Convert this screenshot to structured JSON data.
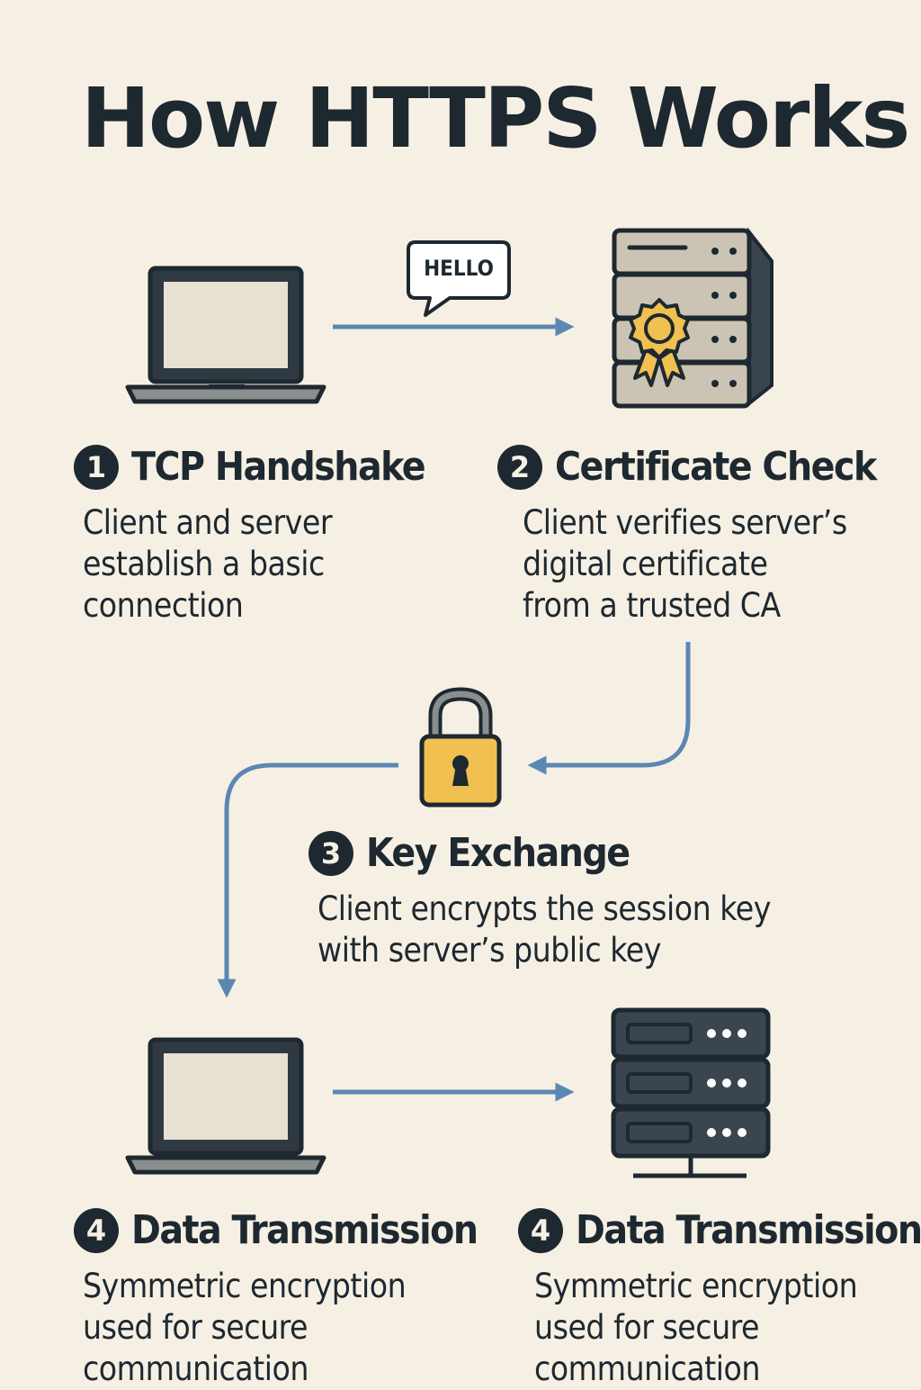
{
  "title": "How HTTPS Works",
  "hello_label": "HELLO",
  "colors": {
    "background": "#f6f0e4",
    "ink": "#1e2830",
    "arrow": "#5b87b3",
    "lock": "#f0c050",
    "screen": "#e8e0d2"
  },
  "icons": [
    "laptop-icon",
    "speech-bubble-icon",
    "server-certificate-icon",
    "padlock-icon",
    "server-icon"
  ],
  "steps": [
    {
      "number": "1",
      "title": "TCP Handshake",
      "lines": [
        "Client and server",
        "establish a basic",
        "connection"
      ]
    },
    {
      "number": "2",
      "title": "Certificate Check",
      "lines": [
        "Client verifies server’s",
        "digital certificate",
        "from a trusted CA"
      ]
    },
    {
      "number": "3",
      "title": "Key Exchange",
      "lines": [
        "Client encrypts the session key",
        "with server’s public key"
      ]
    },
    {
      "number": "4",
      "title": "Data Transmission",
      "lines": [
        "Symmetric encryption",
        "used for secure",
        "communication"
      ]
    },
    {
      "number": "4",
      "title": "Data Transmission",
      "lines": [
        "Symmetric encryption",
        "used for secure",
        "communication"
      ]
    }
  ]
}
